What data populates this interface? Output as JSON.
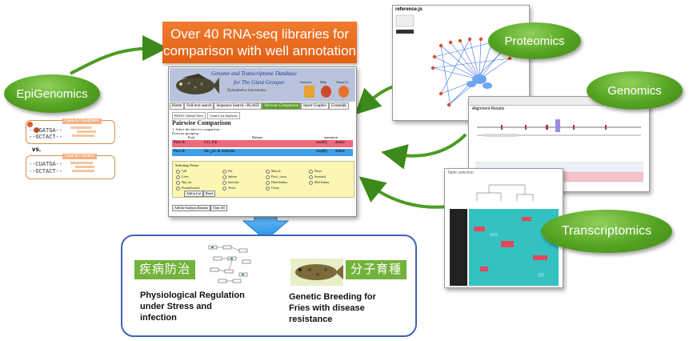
{
  "banner": {
    "line1": "Over 40 RNA-seq libraries for",
    "line2": "comparison with well annotation"
  },
  "omics": {
    "epigenomics": "EpiGenomics",
    "proteomics": "Proteomics",
    "genomics": "Genomics",
    "transcriptomics": "Transcriptomics"
  },
  "database": {
    "title_line1": "Genome and Transcriptome Database",
    "title_line2": "for The Giant Grouper",
    "subtitle": "Epinephelus lanceolatus",
    "icons": [
      "Statistics",
      "Help",
      "About Us"
    ],
    "tabs": [
      "Home",
      "Full-text search",
      "Sequence Search / BLAST",
      "Pairwise Comparison",
      "Insert Graphic",
      "Crosstalk"
    ],
    "active_tab": "Pairwise Comparison",
    "sub_tabs": [
      "KEGG Global View",
      "Gene List Analysis"
    ],
    "heading": "Pairwise Comparison",
    "step": "1. Select the data for comparison",
    "pairwise_label": "Pairwise grouping",
    "columns": [
      "Pool",
      "Dataset",
      "operation"
    ],
    "rows": [
      {
        "pool": "Pool A:",
        "dataset": "GG_Fin",
        "ops": [
          "modify",
          "delete"
        ],
        "color": "#ee6a7b"
      },
      {
        "pool": "Pool B:",
        "dataset": "Sm_pic & intestine",
        "ops": [
          "modify",
          "delete"
        ],
        "color": "#3f9ee8"
      }
    ],
    "tissue_title": "Selecting Tissue",
    "tissues": [
      "Gill",
      "Fin",
      "Muscle",
      "Heart",
      "Liver",
      "Spleen",
      "Pyric_caeca",
      "Stomach",
      "Skn_int",
      "Intestine",
      "Head kidney",
      "Mid kidney",
      "Pseudobranch",
      "Testis",
      "Ovary"
    ],
    "buttons": {
      "add_to_list": "Add to List",
      "reset": "Reset",
      "add_all": "Add the Analysis Datasets",
      "clear_all": "Clear All"
    }
  },
  "proteomics_panel": {
    "title": "reference.js"
  },
  "genomics_panel": {
    "title": "Alignment Results"
  },
  "transcriptomics_panel": {
    "title": "Table selection"
  },
  "epigenomics_panel": {
    "seq1": "--UGATGA--",
    "seq2": "--GCTACT--",
    "seq3": "--CUATGA--",
    "seq4": "--GCTACT--",
    "tag_treatment": "Case A / Treatment",
    "tag_control": "Case B / Control",
    "vs": "vs."
  },
  "outcomes": {
    "left_chinese": "疾病防治",
    "left_text": [
      "Physiological Regulation",
      "under Stress and",
      "infection"
    ],
    "right_chinese": "分子育種",
    "right_text": [
      "Genetic Breeding for",
      "Fries with disease",
      "resistance"
    ]
  },
  "colors": {
    "green": "#55a322",
    "orange": "#e8692a",
    "blue": "#2f9be8",
    "outline": "#3f63b5"
  }
}
